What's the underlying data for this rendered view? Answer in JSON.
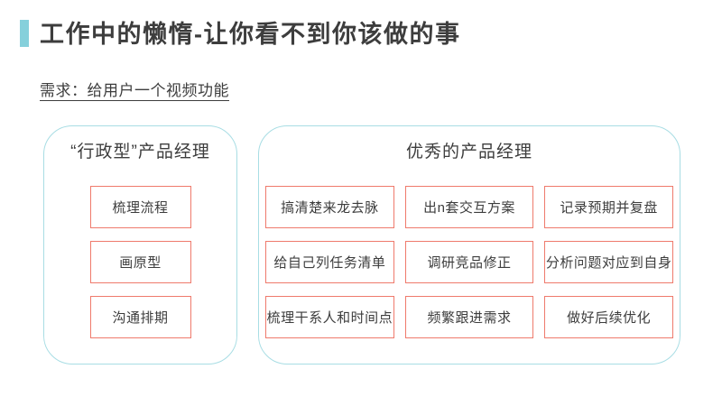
{
  "slide": {
    "title": "工作中的懒惰-让你看不到你该做的事",
    "subtitle": "需求：给用户一个视频功能"
  },
  "colors": {
    "accent_teal": "#85d0db",
    "container_border": "#a8dde4",
    "item_border": "#ef7a6c",
    "text": "#3d3d3d"
  },
  "groups": [
    {
      "heading": "“行政型”产品经理",
      "items": [
        "梳理流程",
        "画原型",
        "沟通排期"
      ]
    },
    {
      "heading": "优秀的产品经理",
      "items": [
        "搞清楚来龙去脉",
        "出n套交互方案",
        "记录预期并复盘",
        "给自己列任务清单",
        "调研竞品修正",
        "分析问题对应到自身",
        "梳理干系人和时间点",
        "频繁跟进需求",
        "做好后续优化"
      ]
    }
  ]
}
